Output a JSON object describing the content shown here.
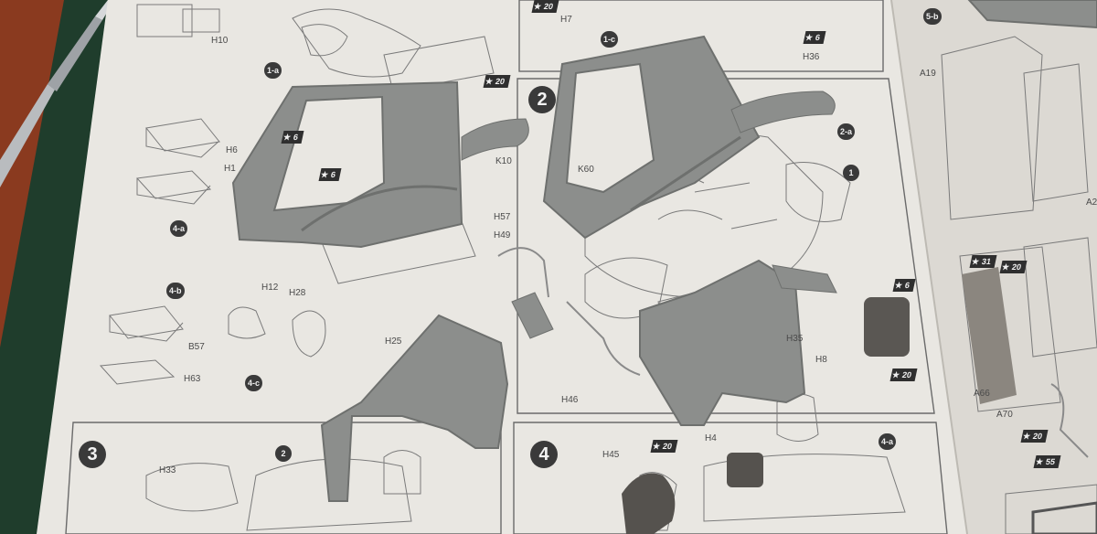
{
  "colors": {
    "desk": "#8a3a1f",
    "mat": "#1f3d2c",
    "paper": "#e9e7e2",
    "paper_right": "#dcd9d3",
    "plastic": "#8c8e8c",
    "plastic_dark": "#6e706e",
    "ink": "#4a4a4a"
  },
  "steps": {
    "step2": "2",
    "step3": "3",
    "step4": "4"
  },
  "sub_steps": {
    "s1a": "1-a",
    "s1c": "1-c",
    "s2a": "2-a",
    "s1": "1",
    "s4a_left": "4-a",
    "s4b": "4-b",
    "s4c": "4-c",
    "s4a_bottom": "4-a",
    "s5b": "5-b",
    "s2_bottom": "2"
  },
  "paint_tags": {
    "t20_top": "20",
    "t20_bin": "20",
    "t6_h36": "6",
    "t6_door_l": "6",
    "t6_door_l2": "6",
    "t6_h35": "6",
    "t20_h8": "20",
    "t20_h45": "20",
    "t31": "31",
    "t20_r": "20",
    "t20_a70": "20",
    "t55": "55"
  },
  "part_labels": {
    "H10": "H10",
    "H7": "H7",
    "H36": "H36",
    "H6": "H6",
    "H1": "H1",
    "K10": "K10",
    "K60": "K60",
    "H57": "H57",
    "H49": "H49",
    "H12": "H12",
    "H28": "H28",
    "B57": "B57",
    "H63": "H63",
    "H25": "H25",
    "H46": "H46",
    "H35": "H35",
    "H8": "H8",
    "H33": "H33",
    "H45": "H45",
    "H4": "H4",
    "A19": "A19",
    "A2": "A2",
    "A66": "A66",
    "A70": "A70"
  }
}
